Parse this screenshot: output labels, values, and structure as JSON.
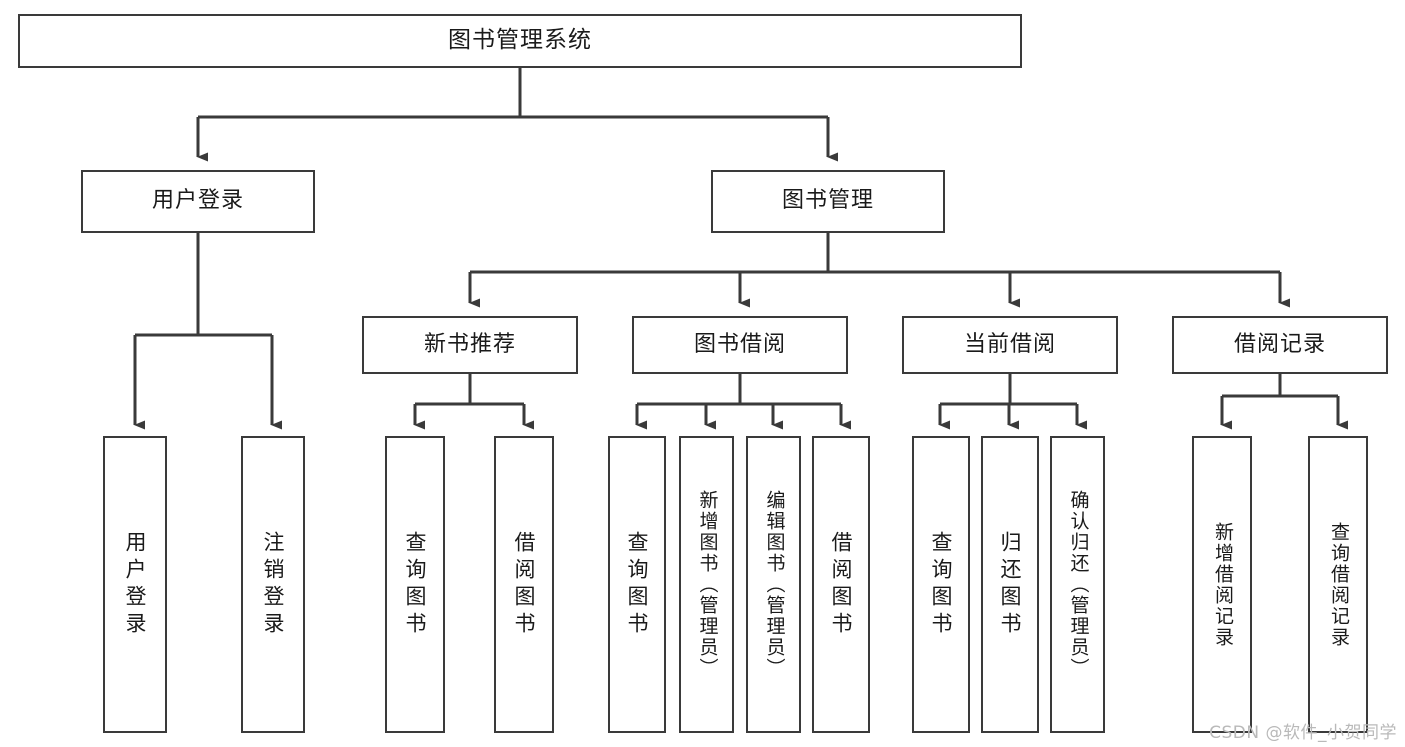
{
  "diagram": {
    "title": "图书管理系统",
    "watermark": "CSDN @软件_小贺同学",
    "line_color": "#3a3a3a",
    "box_fill": "#ffffff",
    "text_color": "#1a1a1a",
    "watermark_color": "#b9b9b9"
  },
  "chart_data": {
    "type": "diagram",
    "subtype": "tree",
    "title": "图书管理系统",
    "orientation": "top-down",
    "levels": 4,
    "nodes": [
      {
        "id": "root",
        "label": "图书管理系统",
        "level": 0,
        "parent": null,
        "text_orientation": "horizontal"
      },
      {
        "id": "login",
        "label": "用户登录",
        "level": 1,
        "parent": "root",
        "text_orientation": "horizontal"
      },
      {
        "id": "bookmgmt",
        "label": "图书管理",
        "level": 1,
        "parent": "root",
        "text_orientation": "horizontal"
      },
      {
        "id": "login-user",
        "label": "用户登录",
        "level": 2,
        "parent": "login",
        "text_orientation": "vertical"
      },
      {
        "id": "login-logout",
        "label": "注销登录",
        "level": 2,
        "parent": "login",
        "text_orientation": "vertical"
      },
      {
        "id": "newbook",
        "label": "新书推荐",
        "level": 2,
        "parent": "bookmgmt",
        "text_orientation": "horizontal"
      },
      {
        "id": "borrow",
        "label": "图书借阅",
        "level": 2,
        "parent": "bookmgmt",
        "text_orientation": "horizontal"
      },
      {
        "id": "current",
        "label": "当前借阅",
        "level": 2,
        "parent": "bookmgmt",
        "text_orientation": "horizontal"
      },
      {
        "id": "records",
        "label": "借阅记录",
        "level": 2,
        "parent": "bookmgmt",
        "text_orientation": "horizontal"
      },
      {
        "id": "newbook-query",
        "label": "查询图书",
        "level": 3,
        "parent": "newbook",
        "text_orientation": "vertical"
      },
      {
        "id": "newbook-borrow",
        "label": "借阅图书",
        "level": 3,
        "parent": "newbook",
        "text_orientation": "vertical"
      },
      {
        "id": "borrow-query",
        "label": "查询图书",
        "level": 3,
        "parent": "borrow",
        "text_orientation": "vertical"
      },
      {
        "id": "borrow-add",
        "label": "新增图书（管理员）",
        "level": 3,
        "parent": "borrow",
        "text_orientation": "vertical"
      },
      {
        "id": "borrow-edit",
        "label": "编辑图书（管理员）",
        "level": 3,
        "parent": "borrow",
        "text_orientation": "vertical"
      },
      {
        "id": "borrow-lend",
        "label": "借阅图书",
        "level": 3,
        "parent": "borrow",
        "text_orientation": "vertical"
      },
      {
        "id": "current-query",
        "label": "查询图书",
        "level": 3,
        "parent": "current",
        "text_orientation": "vertical"
      },
      {
        "id": "current-return",
        "label": "归还图书",
        "level": 3,
        "parent": "current",
        "text_orientation": "vertical"
      },
      {
        "id": "current-confirm",
        "label": "确认归还（管理员）",
        "level": 3,
        "parent": "current",
        "text_orientation": "vertical"
      },
      {
        "id": "records-add",
        "label": "新增借阅记录",
        "level": 3,
        "parent": "records",
        "text_orientation": "vertical"
      },
      {
        "id": "records-query",
        "label": "查询借阅记录",
        "level": 3,
        "parent": "records",
        "text_orientation": "vertical"
      }
    ],
    "edges": [
      {
        "from": "root",
        "to": "login"
      },
      {
        "from": "root",
        "to": "bookmgmt"
      },
      {
        "from": "login",
        "to": "login-user"
      },
      {
        "from": "login",
        "to": "login-logout"
      },
      {
        "from": "bookmgmt",
        "to": "newbook"
      },
      {
        "from": "bookmgmt",
        "to": "borrow"
      },
      {
        "from": "bookmgmt",
        "to": "current"
      },
      {
        "from": "bookmgmt",
        "to": "records"
      },
      {
        "from": "newbook",
        "to": "newbook-query"
      },
      {
        "from": "newbook",
        "to": "newbook-borrow"
      },
      {
        "from": "borrow",
        "to": "borrow-query"
      },
      {
        "from": "borrow",
        "to": "borrow-add"
      },
      {
        "from": "borrow",
        "to": "borrow-edit"
      },
      {
        "from": "borrow",
        "to": "borrow-lend"
      },
      {
        "from": "current",
        "to": "current-query"
      },
      {
        "from": "current",
        "to": "current-return"
      },
      {
        "from": "current",
        "to": "current-confirm"
      },
      {
        "from": "records",
        "to": "records-add"
      },
      {
        "from": "records",
        "to": "records-query"
      }
    ]
  }
}
